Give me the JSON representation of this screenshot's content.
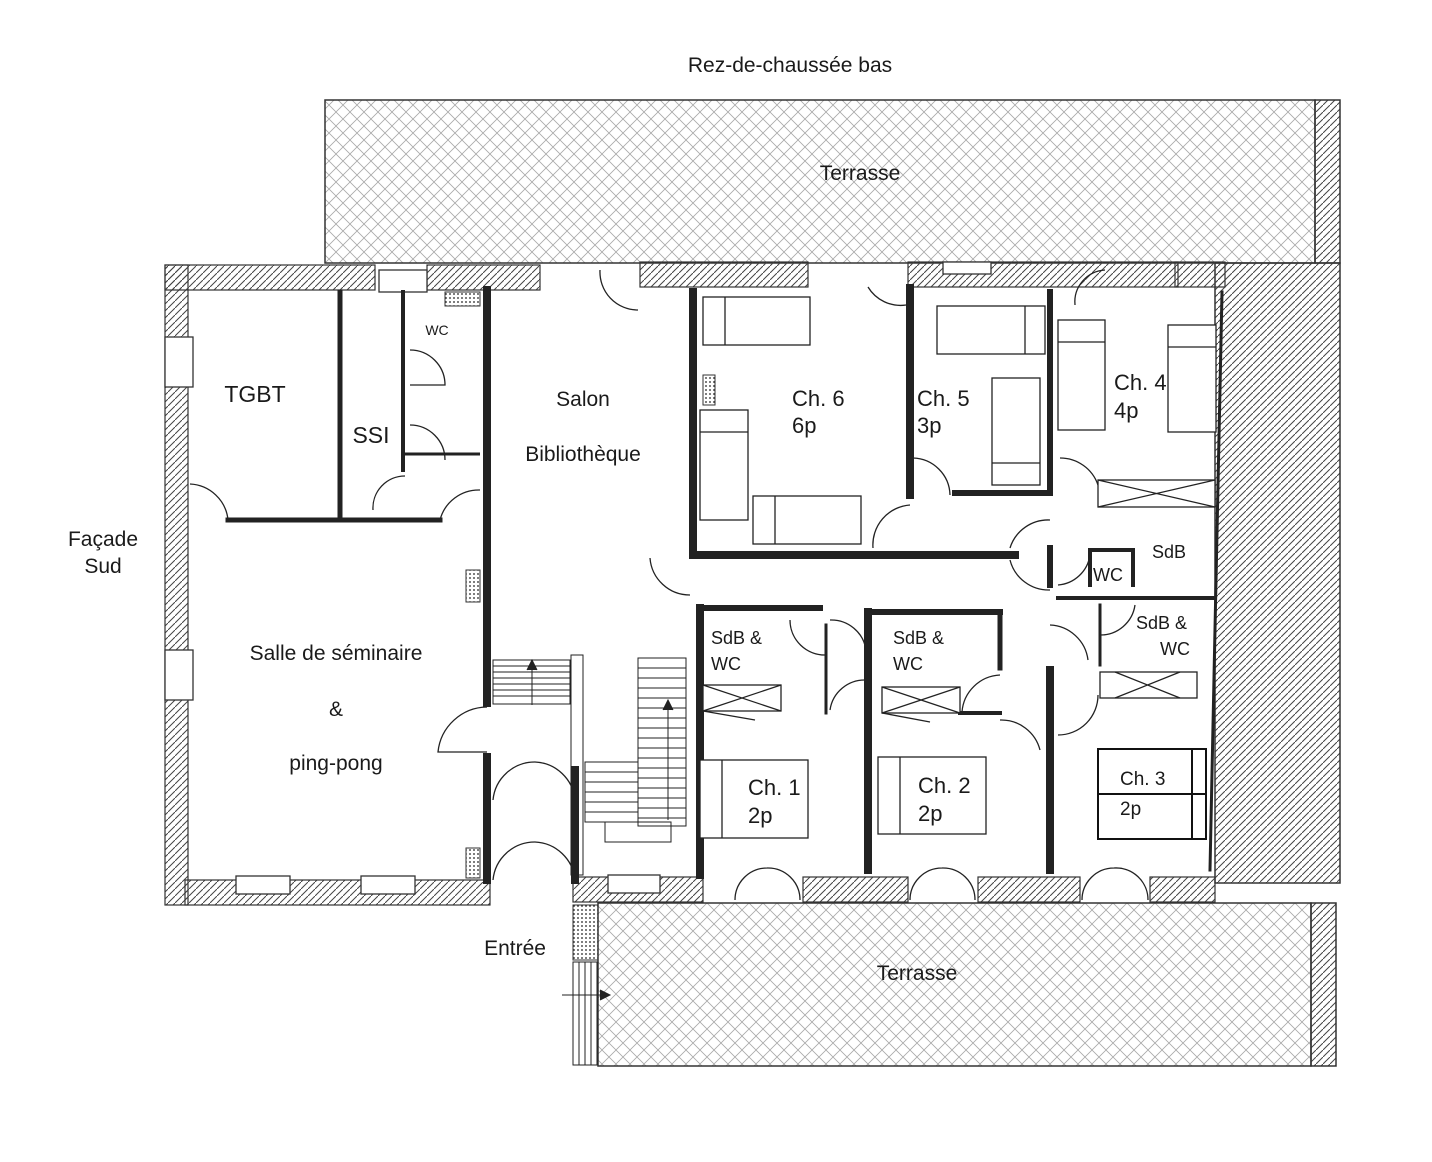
{
  "title": "Rez-de-chaussée bas",
  "facade": {
    "line1": "Façade",
    "line2": "Sud"
  },
  "entrance": "Entrée",
  "terraces": {
    "north": "Terrasse",
    "south": "Terrasse"
  },
  "rooms": {
    "tgbt": "TGBT",
    "ssi": "SSI",
    "wc_small": "WC",
    "salon": {
      "line1": "Salon",
      "line2": "Bibliothèque"
    },
    "seminar": {
      "line1": "Salle de séminaire",
      "line2": "&",
      "line3": "ping-pong"
    },
    "ch6": {
      "name": "Ch. 6",
      "cap": "6p"
    },
    "ch5": {
      "name": "Ch. 5",
      "cap": "3p"
    },
    "ch4": {
      "name": "Ch. 4",
      "cap": "4p"
    },
    "ch1": {
      "name": "Ch. 1",
      "cap": "2p"
    },
    "ch2": {
      "name": "Ch. 2",
      "cap": "2p"
    },
    "ch3": {
      "name": "Ch. 3",
      "cap": "2p"
    },
    "sdb_ch4": "SdB",
    "wc_ch4": "WC",
    "sdbwc_ch1": {
      "line1": "SdB &",
      "line2": "WC"
    },
    "sdbwc_ch2": {
      "line1": "SdB &",
      "line2": "WC"
    },
    "sdbwc_ch3": {
      "line1": "SdB &",
      "line2": "WC"
    }
  }
}
